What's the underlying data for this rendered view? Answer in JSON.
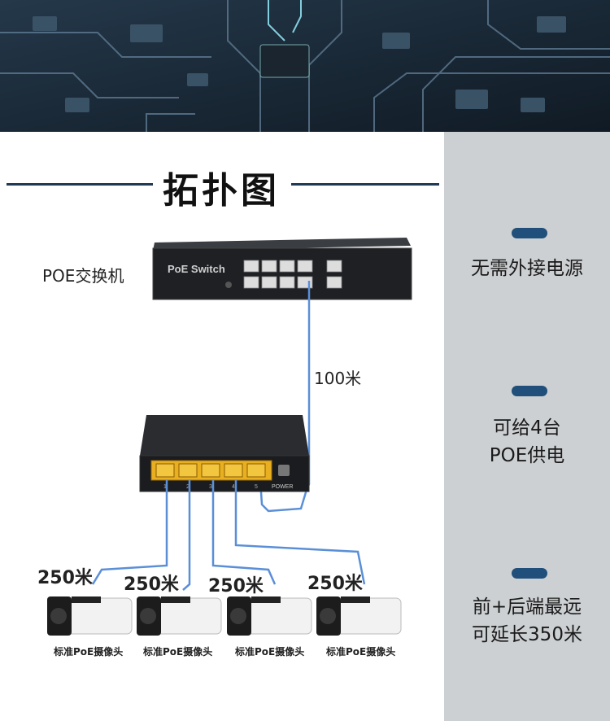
{
  "title": "拓扑图",
  "main_switch_label": "POE交换机",
  "main_switch_text": "PoE Switch",
  "cable_main_length": "100米",
  "small_switch_power": "POWER",
  "port_numbers": [
    "1",
    "2",
    "3",
    "4",
    "5"
  ],
  "camera_cables": [
    "250米",
    "250米",
    "250米",
    "250米"
  ],
  "cameras": [
    "标准PoE摄像头",
    "标准PoE摄像头",
    "标准PoE摄像头",
    "标准PoE摄像头"
  ],
  "features": [
    {
      "line1": "无需外接电源",
      "line2": ""
    },
    {
      "line1": "可给4台",
      "line2": "POE供电"
    },
    {
      "line1": "前+后端最远",
      "line2": "可延长350米"
    }
  ],
  "colors": {
    "accent": "#1f4f7a",
    "cable": "#5a8fd8",
    "side_bg": "#cdd0d3",
    "port": "#e8b020"
  }
}
